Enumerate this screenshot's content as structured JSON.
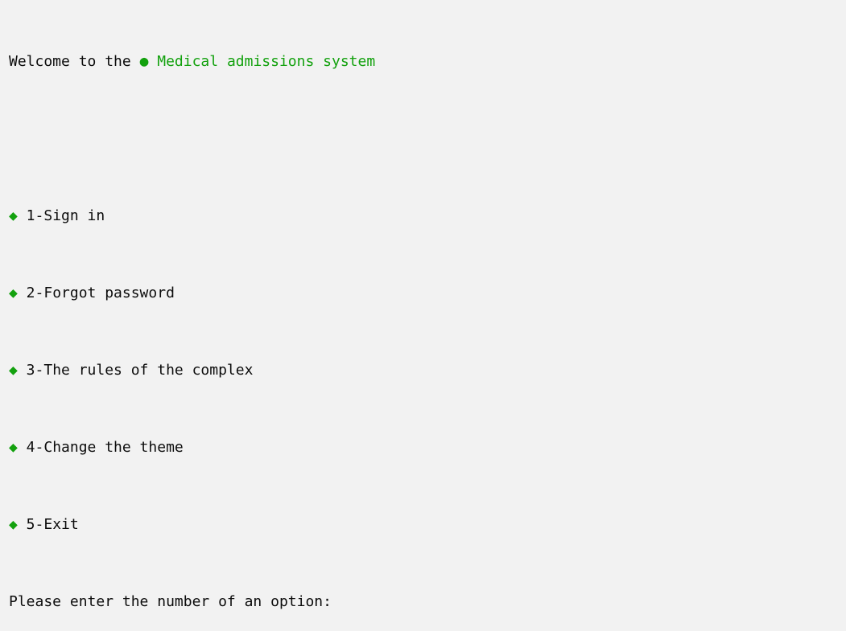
{
  "colors": {
    "background": "#f2f2f2",
    "text": "#0c0c0c",
    "accent": "#13a10e"
  },
  "console": {
    "welcome_prefix": "Welcome to the ",
    "welcome_dot": "●",
    "system_name": " Medical admissions system",
    "bullet_icon": "◆",
    "menu_items": [
      {
        "label": " 1-Sign in"
      },
      {
        "label": " 2-Forgot password"
      },
      {
        "label": " 3-The rules of the complex"
      },
      {
        "label": " 4-Change the theme"
      },
      {
        "label": " 5-Exit"
      }
    ],
    "prompt": "Please enter the number of an option: "
  }
}
